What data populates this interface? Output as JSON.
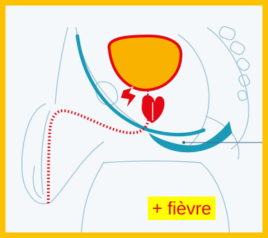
{
  "annotation": {
    "text": "+ fièvre"
  },
  "colors": {
    "frame": "#FDC300",
    "background": "#f4f8fa",
    "outline": "#9fc3d3",
    "bladder_fill": "#F9B200",
    "organ_red": "#e30613",
    "channel_teal": "#1a9ab7"
  },
  "icons": [
    "bladder",
    "prostate",
    "lightning-bolt",
    "urethra-catheter",
    "pointer-line"
  ]
}
